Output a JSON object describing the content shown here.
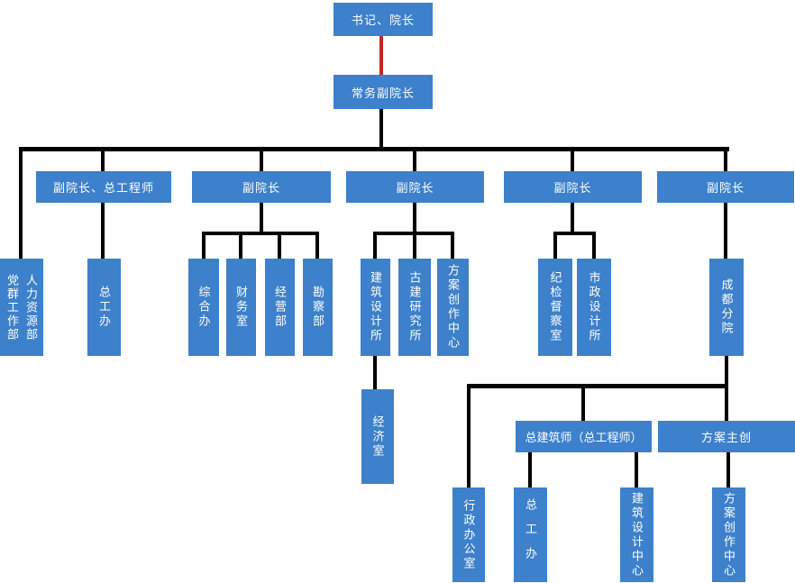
{
  "colors": {
    "node_blue": "#3d80cb",
    "line_black": "#000000",
    "line_red": "#c2291f",
    "node_text": "#ffffff",
    "background": "#ffffff"
  },
  "nodes": {
    "root": "书记、院长",
    "executive_vp": "常务副院长",
    "vp_chief_engineer": "副院长、总工程师",
    "vp2": "副院长",
    "vp3": "副院长",
    "vp4": "副院长",
    "vp5": "副院长",
    "party_mass_dept": "党群工作部",
    "hr_dept": "人力资源部",
    "chief_engineer_office": "总工办",
    "general_office": "综合办",
    "finance_office": "财务室",
    "business_dept": "经营部",
    "survey_dept": "勘察部",
    "architectural_design_institute": "建筑设计所",
    "ancient_architecture_institute": "古建研究所",
    "scheme_creation_center": "方案创作中心",
    "economics_office": "经济室",
    "discipline_inspection_office": "纪检督察室",
    "municipal_design_institute": "市政设计所",
    "chengdu_branch": "成都分院",
    "chief_architect": "总建筑师（总工程师）",
    "scheme_lead": "方案主创",
    "admin_office": "行政办公室",
    "branch_chief_engineer_office": "总工办",
    "architectural_design_center": "建筑设计中心",
    "branch_scheme_creation_center": "方案创作中心"
  },
  "hierarchy": {
    "root": [
      "executive_vp"
    ],
    "executive_vp": [
      "party_hr_box",
      "vp_chief_engineer",
      "vp2",
      "vp3",
      "vp4",
      "vp5"
    ],
    "vp_chief_engineer": [
      "chief_engineer_office"
    ],
    "vp2": [
      "general_office",
      "finance_office",
      "business_dept",
      "survey_dept"
    ],
    "vp3": [
      "architectural_design_institute",
      "ancient_architecture_institute",
      "scheme_creation_center"
    ],
    "architectural_design_institute": [
      "economics_office"
    ],
    "vp4": [
      "discipline_inspection_office",
      "municipal_design_institute"
    ],
    "vp5": [
      "chengdu_branch"
    ],
    "chengdu_branch": [
      "admin_office",
      "chief_architect",
      "scheme_lead"
    ],
    "chief_architect": [
      "branch_chief_engineer_office",
      "architectural_design_center"
    ],
    "scheme_lead": [
      "branch_scheme_creation_center"
    ]
  }
}
